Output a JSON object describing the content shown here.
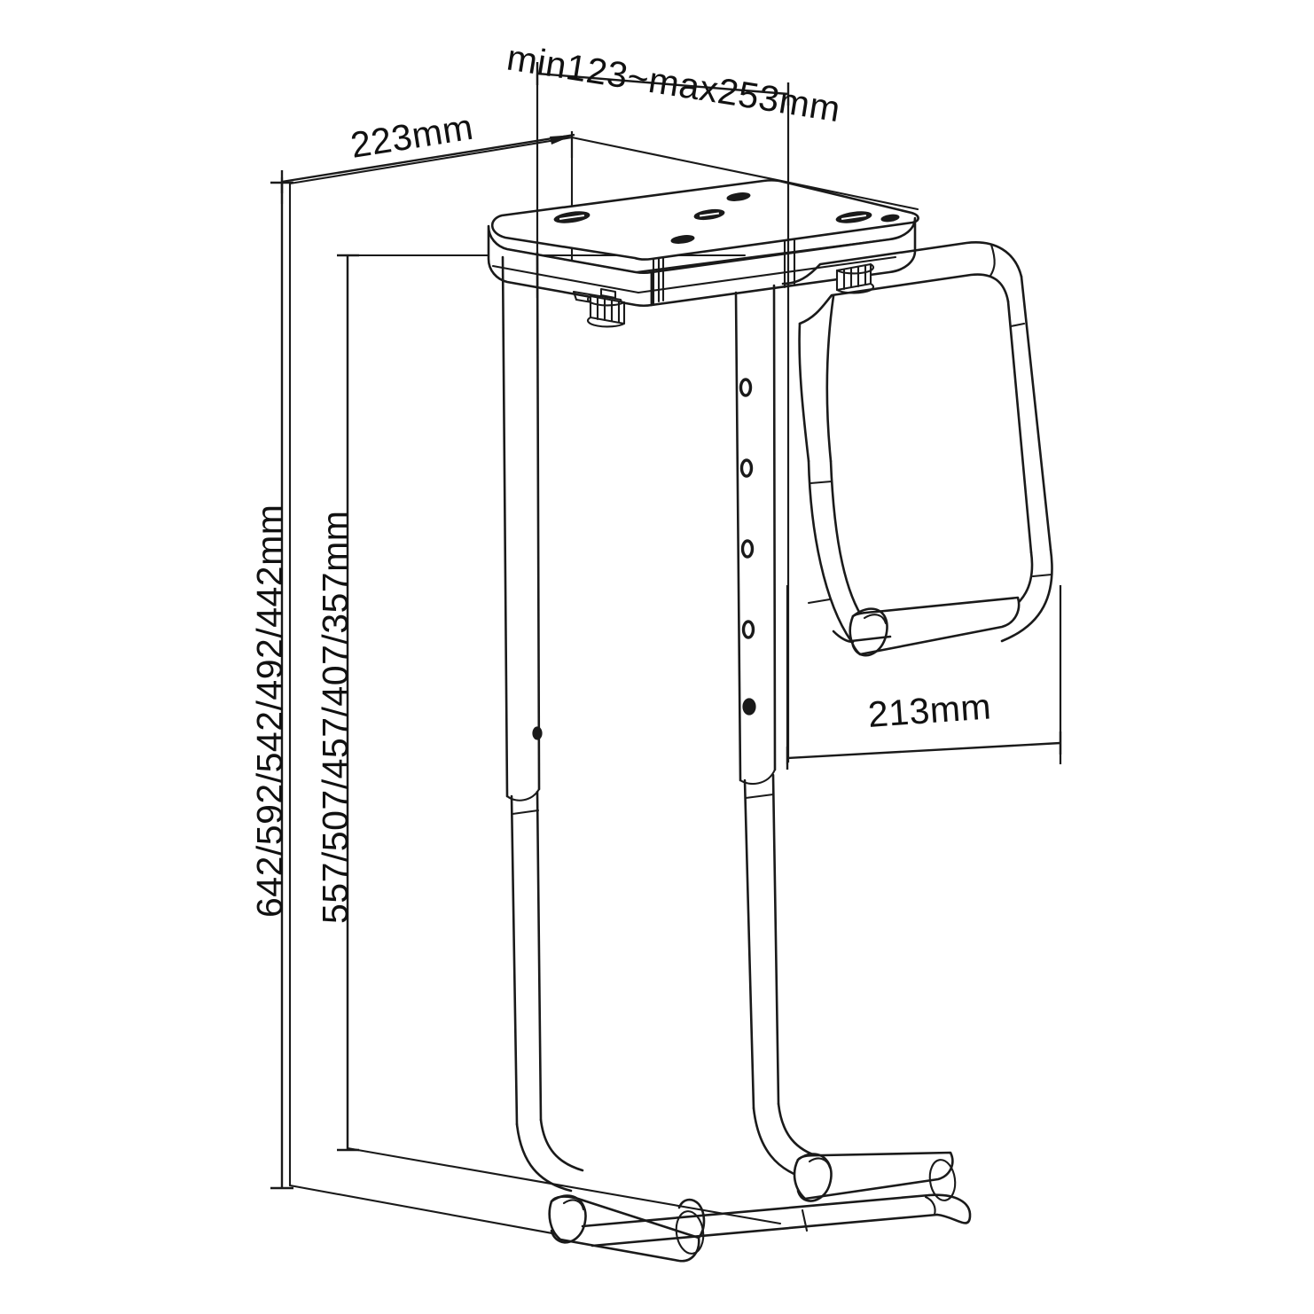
{
  "drawing": {
    "title": "Under-desk CPU holder technical dimension drawing",
    "view": "isometric",
    "units": "mm",
    "line_color": "#1a1a1a",
    "background_color": "#ffffff"
  },
  "dimensions": {
    "depth_top": {
      "label": "223mm",
      "value": 223,
      "axis": "depth",
      "placement": "top-left-diagonal"
    },
    "width_adjustable": {
      "label": "min123~max253mm",
      "min": 123,
      "max": 253,
      "axis": "width",
      "placement": "top-center-diagonal"
    },
    "height_outer": {
      "label": "642/592/542/492/442mm",
      "values": [
        642,
        592,
        542,
        492,
        442
      ],
      "axis": "height",
      "placement": "left-outer-vertical"
    },
    "height_inner": {
      "label": "557/507/457/407/357mm",
      "values": [
        557,
        507,
        457,
        407,
        357
      ],
      "axis": "height",
      "placement": "left-inner-vertical"
    },
    "depth_bracket": {
      "label": "213mm",
      "value": 213,
      "axis": "depth",
      "placement": "right-lower-horizontal"
    }
  },
  "parts": {
    "top_plate": {
      "name": "top-mounting-plate",
      "hole_count": 6,
      "hole_type": "slot"
    },
    "adjust_tube": {
      "name": "height-adjustment-tube",
      "hole_count": 5
    },
    "knobs": {
      "name": "knurled-locking-knob",
      "count": 2
    },
    "side_bracket": {
      "name": "u-shaped-side-bracket"
    },
    "rollers": {
      "name": "roller-sleeve",
      "count": 3
    }
  }
}
